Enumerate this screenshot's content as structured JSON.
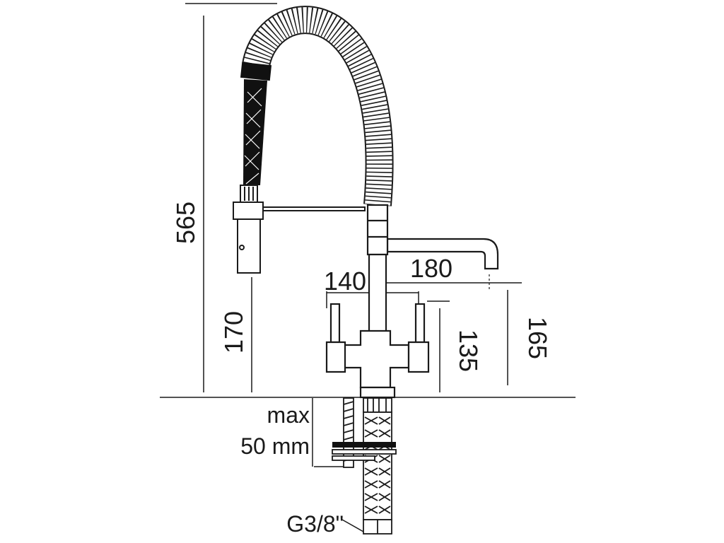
{
  "dimensions": {
    "total_height": "565",
    "spout_height": "170",
    "handle_width": "140",
    "spout_reach": "180",
    "body_height": "135",
    "outlet_height": "165",
    "deck_thickness_line1": "max",
    "deck_thickness_line2": "50 mm",
    "connection": "G3/8\""
  },
  "colors": {
    "line": "#1a1a1a",
    "fill": "#ffffff",
    "dark": "#111111"
  }
}
